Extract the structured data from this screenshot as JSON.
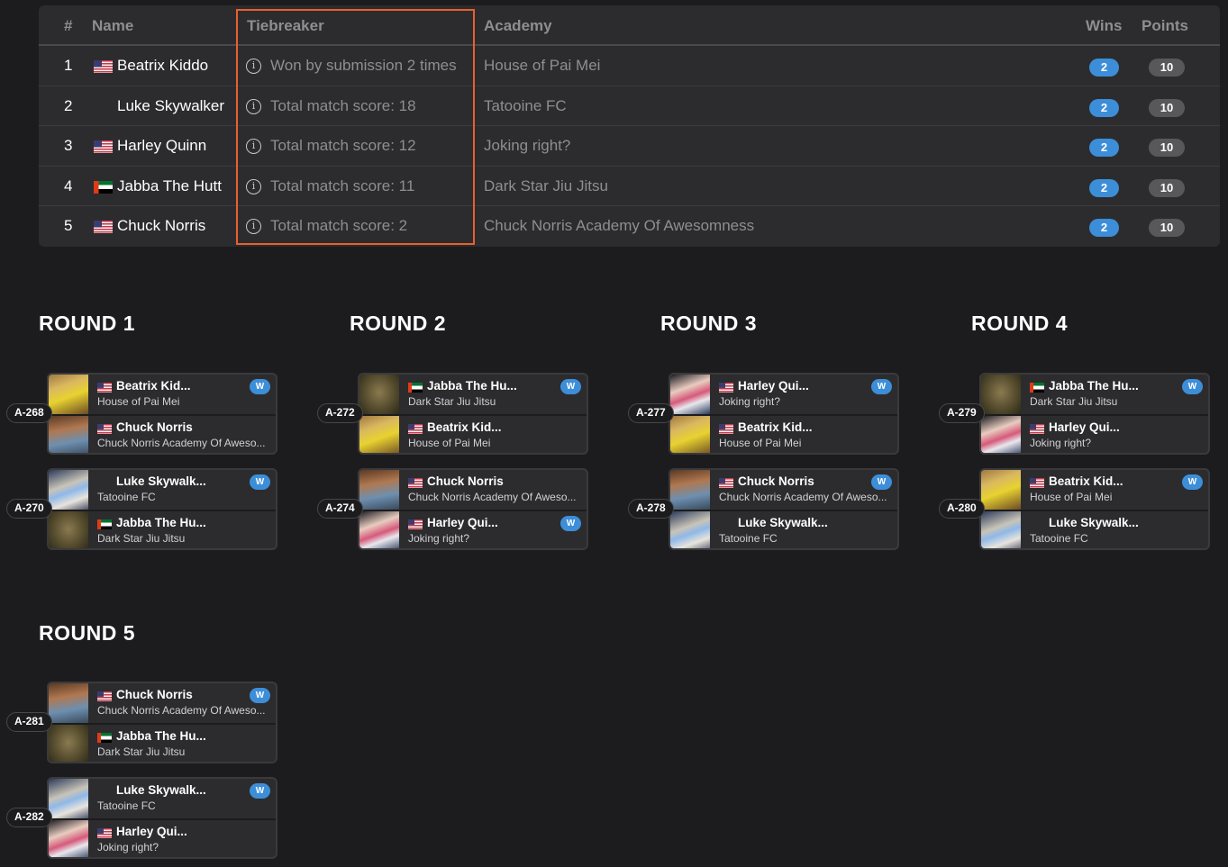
{
  "standings": {
    "columns": {
      "num": "#",
      "name": "Name",
      "tiebreaker": "Tiebreaker",
      "academy": "Academy",
      "wins": "Wins",
      "points": "Points"
    },
    "highlight_color": "#e8602c",
    "rows": [
      {
        "rank": "1",
        "flag": "us",
        "name": "Beatrix Kiddo",
        "tiebreaker": "Won by submission 2 times",
        "academy": "House of Pai Mei",
        "wins": "2",
        "points": "10"
      },
      {
        "rank": "2",
        "flag": "nz",
        "name": "Luke Skywalker",
        "tiebreaker": "Total match score: 18",
        "academy": "Tatooine FC",
        "wins": "2",
        "points": "10"
      },
      {
        "rank": "3",
        "flag": "us",
        "name": "Harley Quinn",
        "tiebreaker": "Total match score: 12",
        "academy": "Joking right?",
        "wins": "2",
        "points": "10"
      },
      {
        "rank": "4",
        "flag": "ae",
        "name": "Jabba The Hutt",
        "tiebreaker": "Total match score: 11",
        "academy": "Dark Star Jiu Jitsu",
        "wins": "2",
        "points": "10"
      },
      {
        "rank": "5",
        "flag": "us",
        "name": "Chuck Norris",
        "tiebreaker": "Total match score: 2",
        "academy": "Chuck Norris Academy Of Awesomness",
        "wins": "2",
        "points": "10"
      }
    ]
  },
  "rounds": [
    {
      "title": "ROUND 1",
      "matches": [
        {
          "id": "A-268",
          "slots": [
            {
              "avatar": "beatrix",
              "flag": "us",
              "name": "Beatrix Kid...",
              "academy": "House of Pai Mei",
              "winner": true,
              "badge": "W"
            },
            {
              "avatar": "chuck",
              "flag": "us",
              "name": "Chuck Norris",
              "academy": "Chuck Norris Academy Of Aweso...",
              "winner": false,
              "badge": ""
            }
          ]
        },
        {
          "id": "A-270",
          "slots": [
            {
              "avatar": "luke",
              "flag": "nz",
              "name": "Luke Skywalk...",
              "academy": "Tatooine FC",
              "winner": true,
              "badge": "W"
            },
            {
              "avatar": "jabba",
              "flag": "ae",
              "name": "Jabba The Hu...",
              "academy": "Dark Star Jiu Jitsu",
              "winner": false,
              "badge": ""
            }
          ]
        }
      ]
    },
    {
      "title": "ROUND 2",
      "matches": [
        {
          "id": "A-272",
          "slots": [
            {
              "avatar": "jabba",
              "flag": "ae",
              "name": "Jabba The Hu...",
              "academy": "Dark Star Jiu Jitsu",
              "winner": true,
              "badge": "W"
            },
            {
              "avatar": "beatrix",
              "flag": "us",
              "name": "Beatrix Kid...",
              "academy": "House of Pai Mei",
              "winner": false,
              "badge": ""
            }
          ]
        },
        {
          "id": "A-274",
          "slots": [
            {
              "avatar": "chuck",
              "flag": "us",
              "name": "Chuck Norris",
              "academy": "Chuck Norris Academy Of Aweso...",
              "winner": false,
              "badge": ""
            },
            {
              "avatar": "harley",
              "flag": "us",
              "name": "Harley Qui...",
              "academy": "Joking right?",
              "winner": true,
              "badge": "W"
            }
          ]
        }
      ]
    },
    {
      "title": "ROUND 3",
      "matches": [
        {
          "id": "A-277",
          "slots": [
            {
              "avatar": "harley",
              "flag": "us",
              "name": "Harley Qui...",
              "academy": "Joking right?",
              "winner": true,
              "badge": "W"
            },
            {
              "avatar": "beatrix",
              "flag": "us",
              "name": "Beatrix Kid...",
              "academy": "House of Pai Mei",
              "winner": false,
              "badge": ""
            }
          ]
        },
        {
          "id": "A-278",
          "slots": [
            {
              "avatar": "chuck",
              "flag": "us",
              "name": "Chuck Norris",
              "academy": "Chuck Norris Academy Of Aweso...",
              "winner": true,
              "badge": "W"
            },
            {
              "avatar": "luke",
              "flag": "nz",
              "name": "Luke Skywalk...",
              "academy": "Tatooine FC",
              "winner": false,
              "badge": ""
            }
          ]
        }
      ]
    },
    {
      "title": "ROUND 4",
      "matches": [
        {
          "id": "A-279",
          "slots": [
            {
              "avatar": "jabba",
              "flag": "ae",
              "name": "Jabba The Hu...",
              "academy": "Dark Star Jiu Jitsu",
              "winner": true,
              "badge": "W"
            },
            {
              "avatar": "harley",
              "flag": "us",
              "name": "Harley Qui...",
              "academy": "Joking right?",
              "winner": false,
              "badge": ""
            }
          ]
        },
        {
          "id": "A-280",
          "slots": [
            {
              "avatar": "beatrix",
              "flag": "us",
              "name": "Beatrix Kid...",
              "academy": "House of Pai Mei",
              "winner": true,
              "badge": "W"
            },
            {
              "avatar": "luke",
              "flag": "nz",
              "name": "Luke Skywalk...",
              "academy": "Tatooine FC",
              "winner": false,
              "badge": ""
            }
          ]
        }
      ]
    },
    {
      "title": "ROUND 5",
      "matches": [
        {
          "id": "A-281",
          "slots": [
            {
              "avatar": "chuck",
              "flag": "us",
              "name": "Chuck Norris",
              "academy": "Chuck Norris Academy Of Aweso...",
              "winner": true,
              "badge": "W"
            },
            {
              "avatar": "jabba",
              "flag": "ae",
              "name": "Jabba The Hu...",
              "academy": "Dark Star Jiu Jitsu",
              "winner": false,
              "badge": ""
            }
          ]
        },
        {
          "id": "A-282",
          "slots": [
            {
              "avatar": "luke",
              "flag": "nz",
              "name": "Luke Skywalk...",
              "academy": "Tatooine FC",
              "winner": true,
              "badge": "W"
            },
            {
              "avatar": "harley",
              "flag": "us",
              "name": "Harley Qui...",
              "academy": "Joking right?",
              "winner": false,
              "badge": ""
            }
          ]
        }
      ]
    }
  ],
  "icons": {
    "info": "ⓘ"
  }
}
